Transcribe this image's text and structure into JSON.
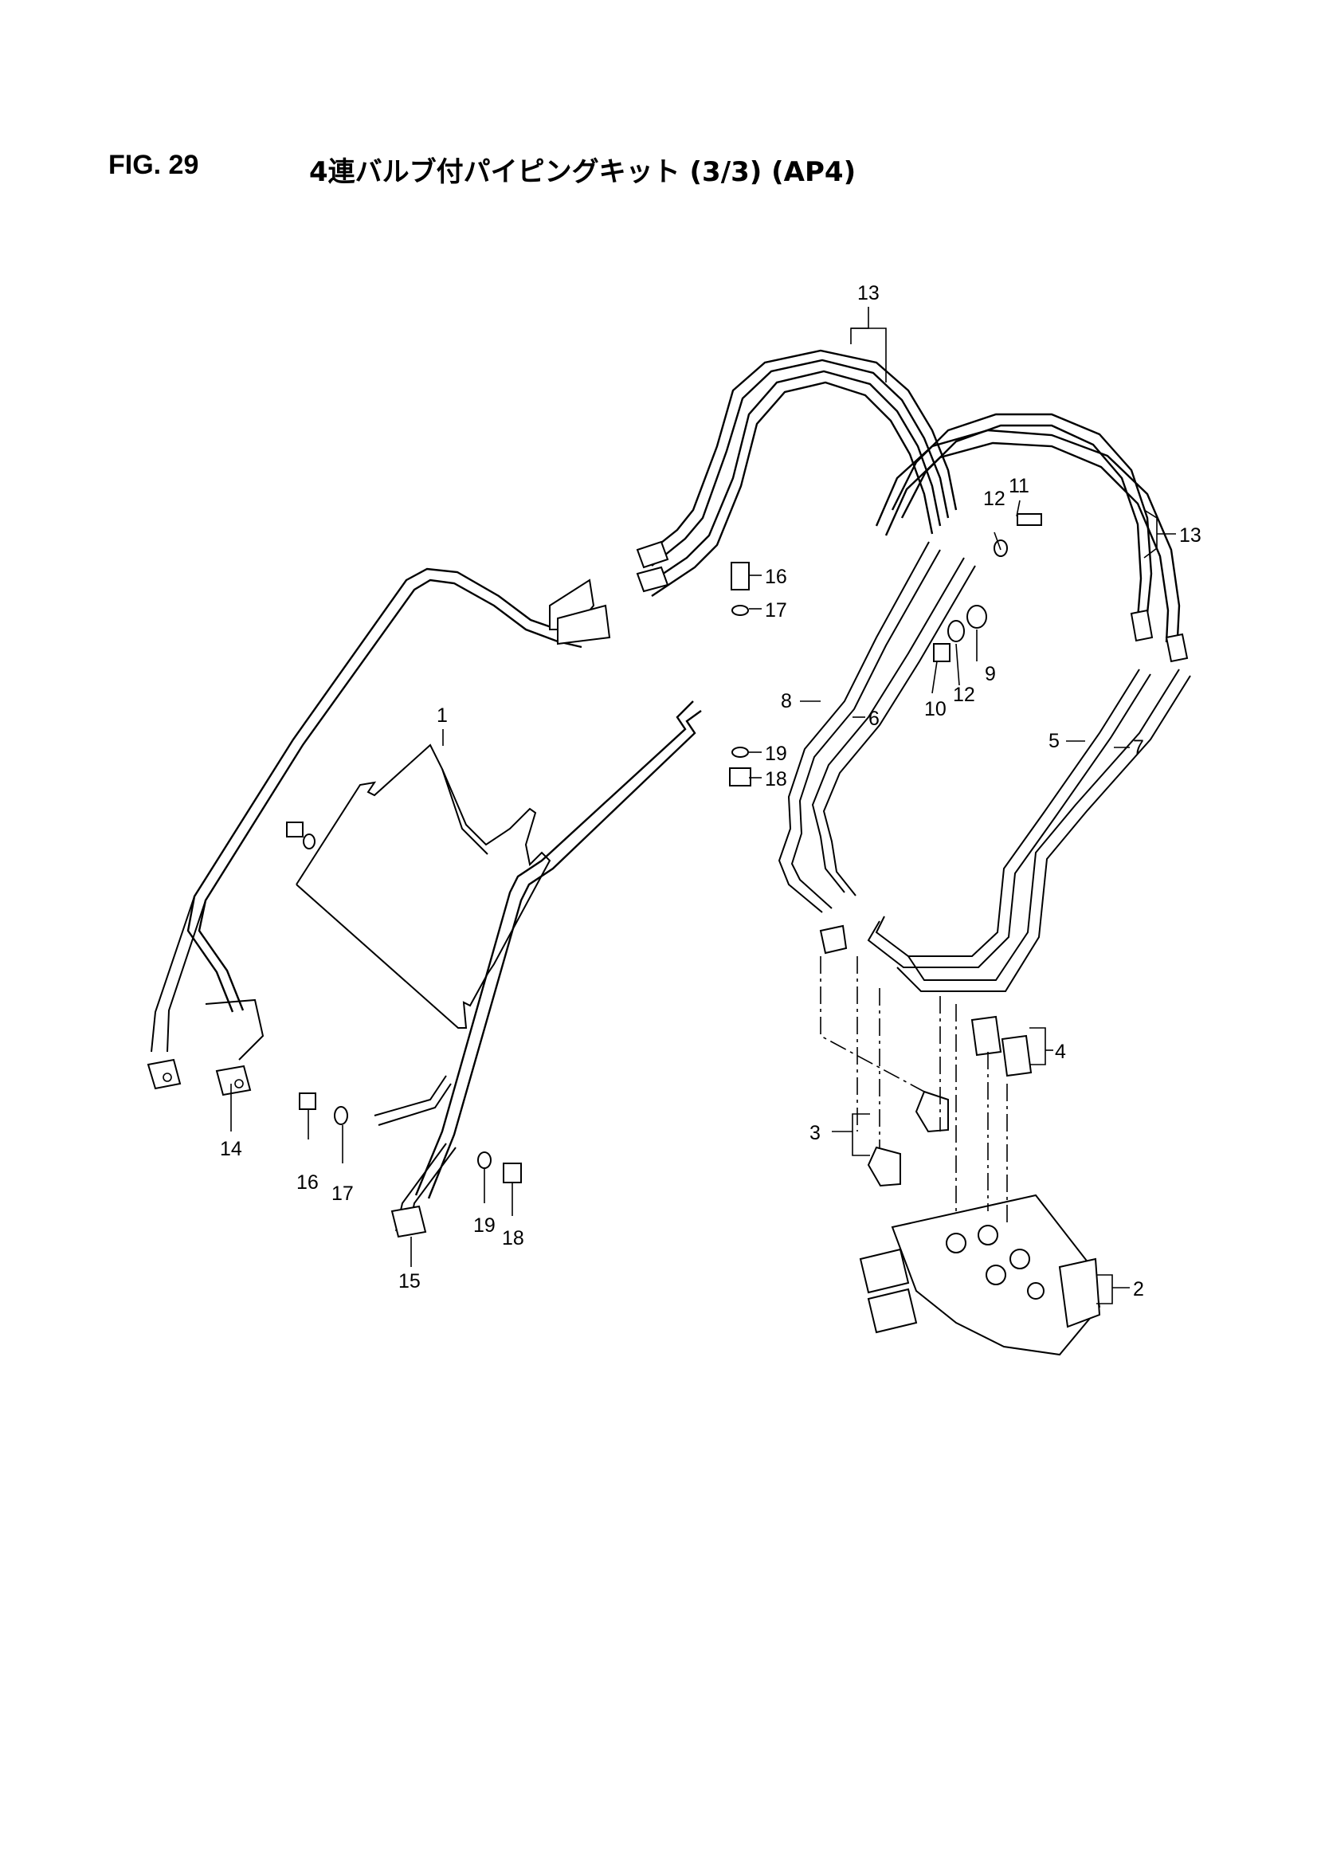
{
  "figure": {
    "number": "FIG. 29",
    "title": "4連バルブ付パイピングキット (3/3) (AP4)"
  },
  "callouts": [
    {
      "id": "c13a",
      "label": "13"
    },
    {
      "id": "c13b",
      "label": "13"
    },
    {
      "id": "c12a",
      "label": "12"
    },
    {
      "id": "c11",
      "label": "11"
    },
    {
      "id": "c16a",
      "label": "16"
    },
    {
      "id": "c17a",
      "label": "17"
    },
    {
      "id": "c19a",
      "label": "19"
    },
    {
      "id": "c18a",
      "label": "18"
    },
    {
      "id": "c9",
      "label": "9"
    },
    {
      "id": "c12b",
      "label": "12"
    },
    {
      "id": "c10",
      "label": "10"
    },
    {
      "id": "c8",
      "label": "8"
    },
    {
      "id": "c6",
      "label": "6"
    },
    {
      "id": "c5",
      "label": "5"
    },
    {
      "id": "c7",
      "label": "7"
    },
    {
      "id": "c1",
      "label": "1"
    },
    {
      "id": "c4",
      "label": "4"
    },
    {
      "id": "c3",
      "label": "3"
    },
    {
      "id": "c2",
      "label": "2"
    },
    {
      "id": "c14",
      "label": "14"
    },
    {
      "id": "c16b",
      "label": "16"
    },
    {
      "id": "c17b",
      "label": "17"
    },
    {
      "id": "c19b",
      "label": "19"
    },
    {
      "id": "c18b",
      "label": "18"
    },
    {
      "id": "c15",
      "label": "15"
    }
  ]
}
